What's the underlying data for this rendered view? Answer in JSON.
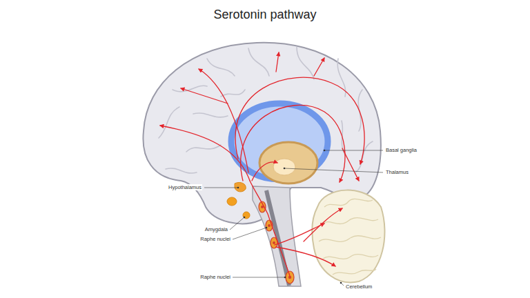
{
  "diagram": {
    "title": "Serotonin pathway",
    "labels": [
      "Basal ganglia",
      "Thalamus",
      "Hypothalamus",
      "Amygdala",
      "Raphe nuclei",
      "Raphe nuclei",
      "Cerebellum"
    ]
  }
}
